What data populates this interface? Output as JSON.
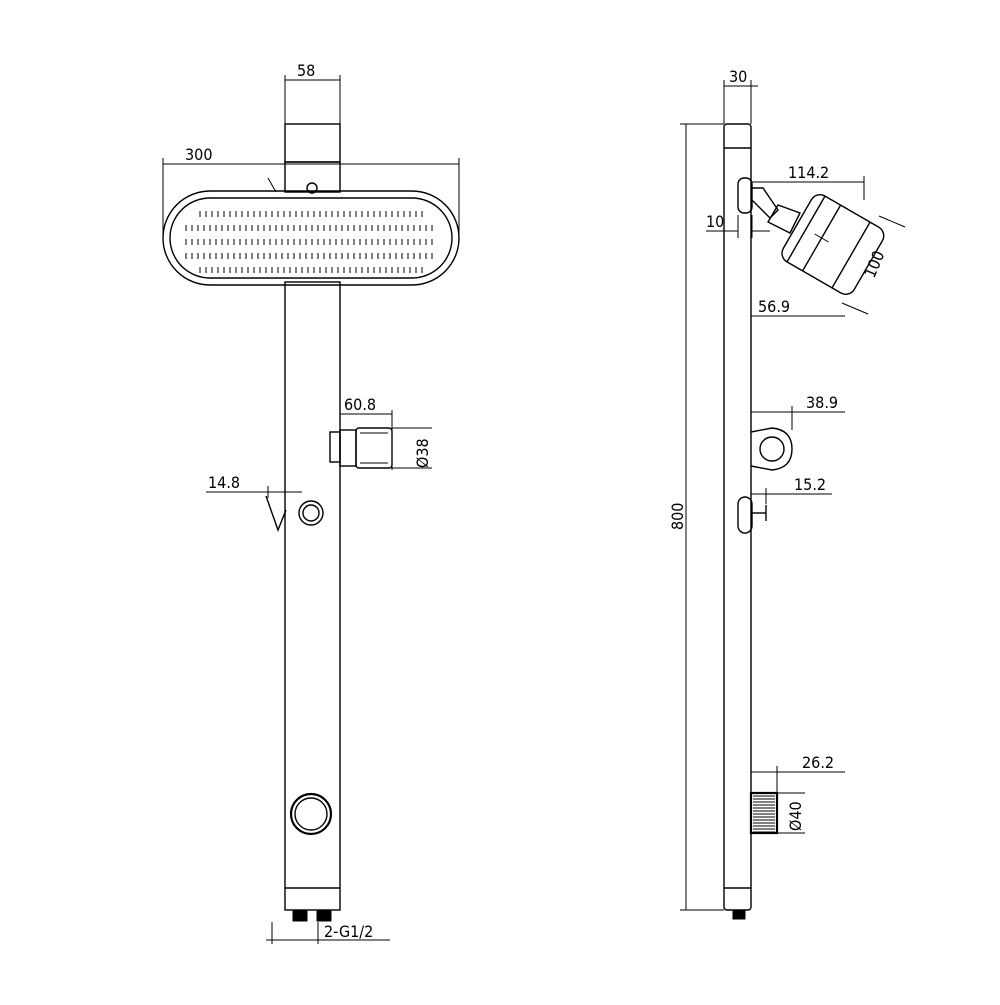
{
  "front_view": {
    "dim_bar_width": "58",
    "dim_head_width": "300",
    "dim_holder_depth": "60.8",
    "dim_holder_diameter": "Ø38",
    "dim_knob_offset": "14.8",
    "dim_inlets": "2-G1/2"
  },
  "side_view": {
    "dim_bar_depth": "30",
    "dim_total_height": "800",
    "dim_arm_reach": "114.2",
    "dim_arm_offset": "10",
    "dim_head_size": "100",
    "dim_head_offset": "56.9",
    "dim_holder_reach": "38.9",
    "dim_knob_reach": "15.2",
    "dim_outlet_reach": "26.2",
    "dim_outlet_diameter": "Ø40"
  }
}
